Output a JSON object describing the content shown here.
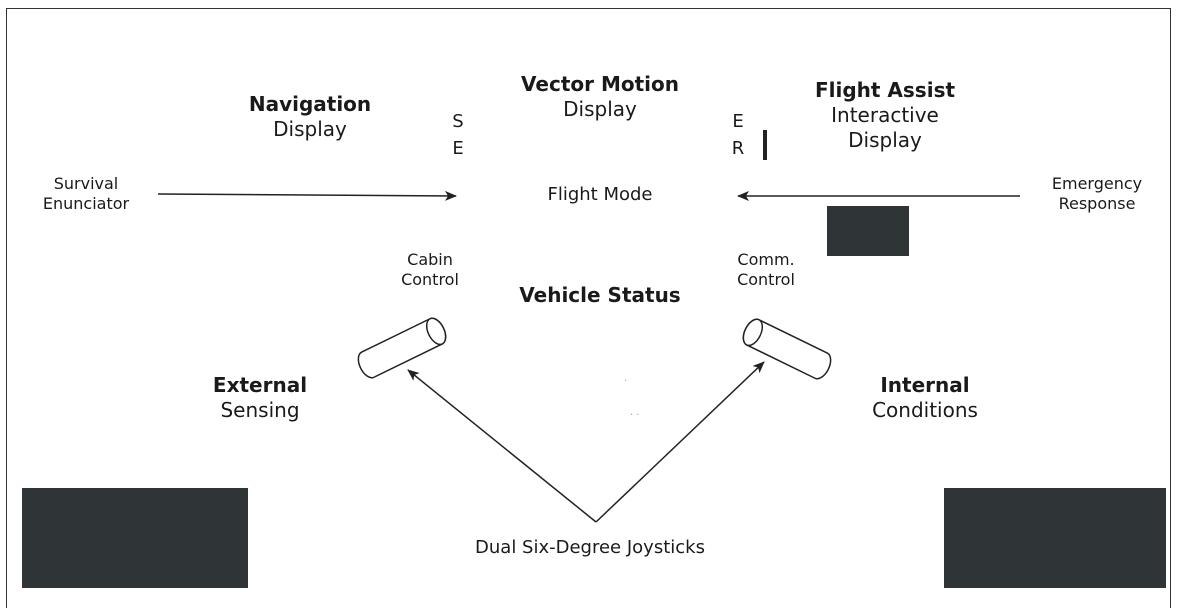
{
  "navigation": {
    "title": "Navigation",
    "subtitle": "Display"
  },
  "vector_motion": {
    "title": "Vector Motion",
    "subtitle": "Display"
  },
  "flight_assist": {
    "title": "Flight Assist",
    "subtitle1": "Interactive",
    "subtitle2": "Display"
  },
  "side_letters_left": [
    "S",
    "E"
  ],
  "side_letters_right": [
    "E",
    "R"
  ],
  "survival": {
    "line1": "Survival",
    "line2": "Enunciator"
  },
  "emergency": {
    "line1": "Emergency",
    "line2": "Response"
  },
  "flight_mode": "Flight Mode",
  "cabin_control": {
    "line1": "Cabin",
    "line2": "Control"
  },
  "comm_control": {
    "line1": "Comm.",
    "line2": "Control"
  },
  "vehicle_status": "Vehicle Status",
  "external": {
    "title": "External",
    "subtitle": "Sensing"
  },
  "internal": {
    "title": "Internal",
    "subtitle": "Conditions"
  },
  "joysticks_caption": "Dual Six-Degree Joysticks",
  "colors": {
    "line": "#222222",
    "thumb_bg": "#2f3436"
  }
}
